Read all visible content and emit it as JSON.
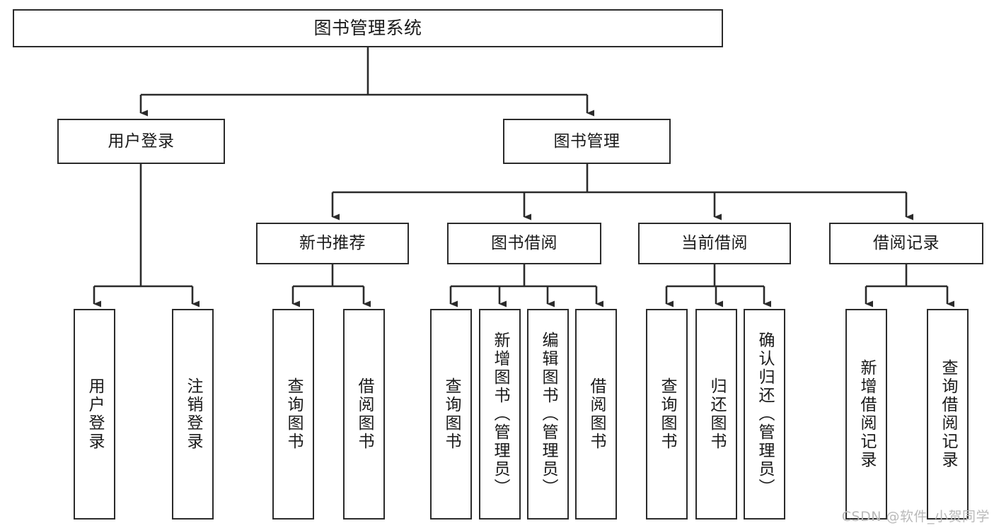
{
  "diagram": {
    "title": "图书管理系统",
    "type": "hierarchy-tree",
    "colors": {
      "node_border": "#2b2b2b",
      "node_fill": "#ffffff",
      "connector": "#2b2b2b",
      "text": "#1a1a1a",
      "watermark": "#b9b9b9"
    },
    "root": {
      "label": "图书管理系统"
    },
    "level2": [
      {
        "label": "用户登录"
      },
      {
        "label": "图书管理"
      }
    ],
    "level3": [
      {
        "label": "新书推荐"
      },
      {
        "label": "图书借阅"
      },
      {
        "label": "当前借阅"
      },
      {
        "label": "借阅记录"
      }
    ],
    "leaves": {
      "user_login": [
        {
          "label": "用户登录"
        },
        {
          "label": "注销登录"
        }
      ],
      "new_book_recommend": [
        {
          "label": "查询图书"
        },
        {
          "label": "借阅图书"
        }
      ],
      "book_borrow": [
        {
          "label": "查询图书"
        },
        {
          "label": "新增图书（管理员）"
        },
        {
          "label": "编辑图书（管理员）"
        },
        {
          "label": "借阅图书"
        }
      ],
      "current_borrow": [
        {
          "label": "查询图书"
        },
        {
          "label": "归还图书"
        },
        {
          "label": "确认归还（管理员）"
        }
      ],
      "borrow_record": [
        {
          "label": "新增借阅记录"
        },
        {
          "label": "查询借阅记录"
        }
      ]
    }
  },
  "watermark": {
    "text": "CSDN @软件_小贺同学"
  }
}
